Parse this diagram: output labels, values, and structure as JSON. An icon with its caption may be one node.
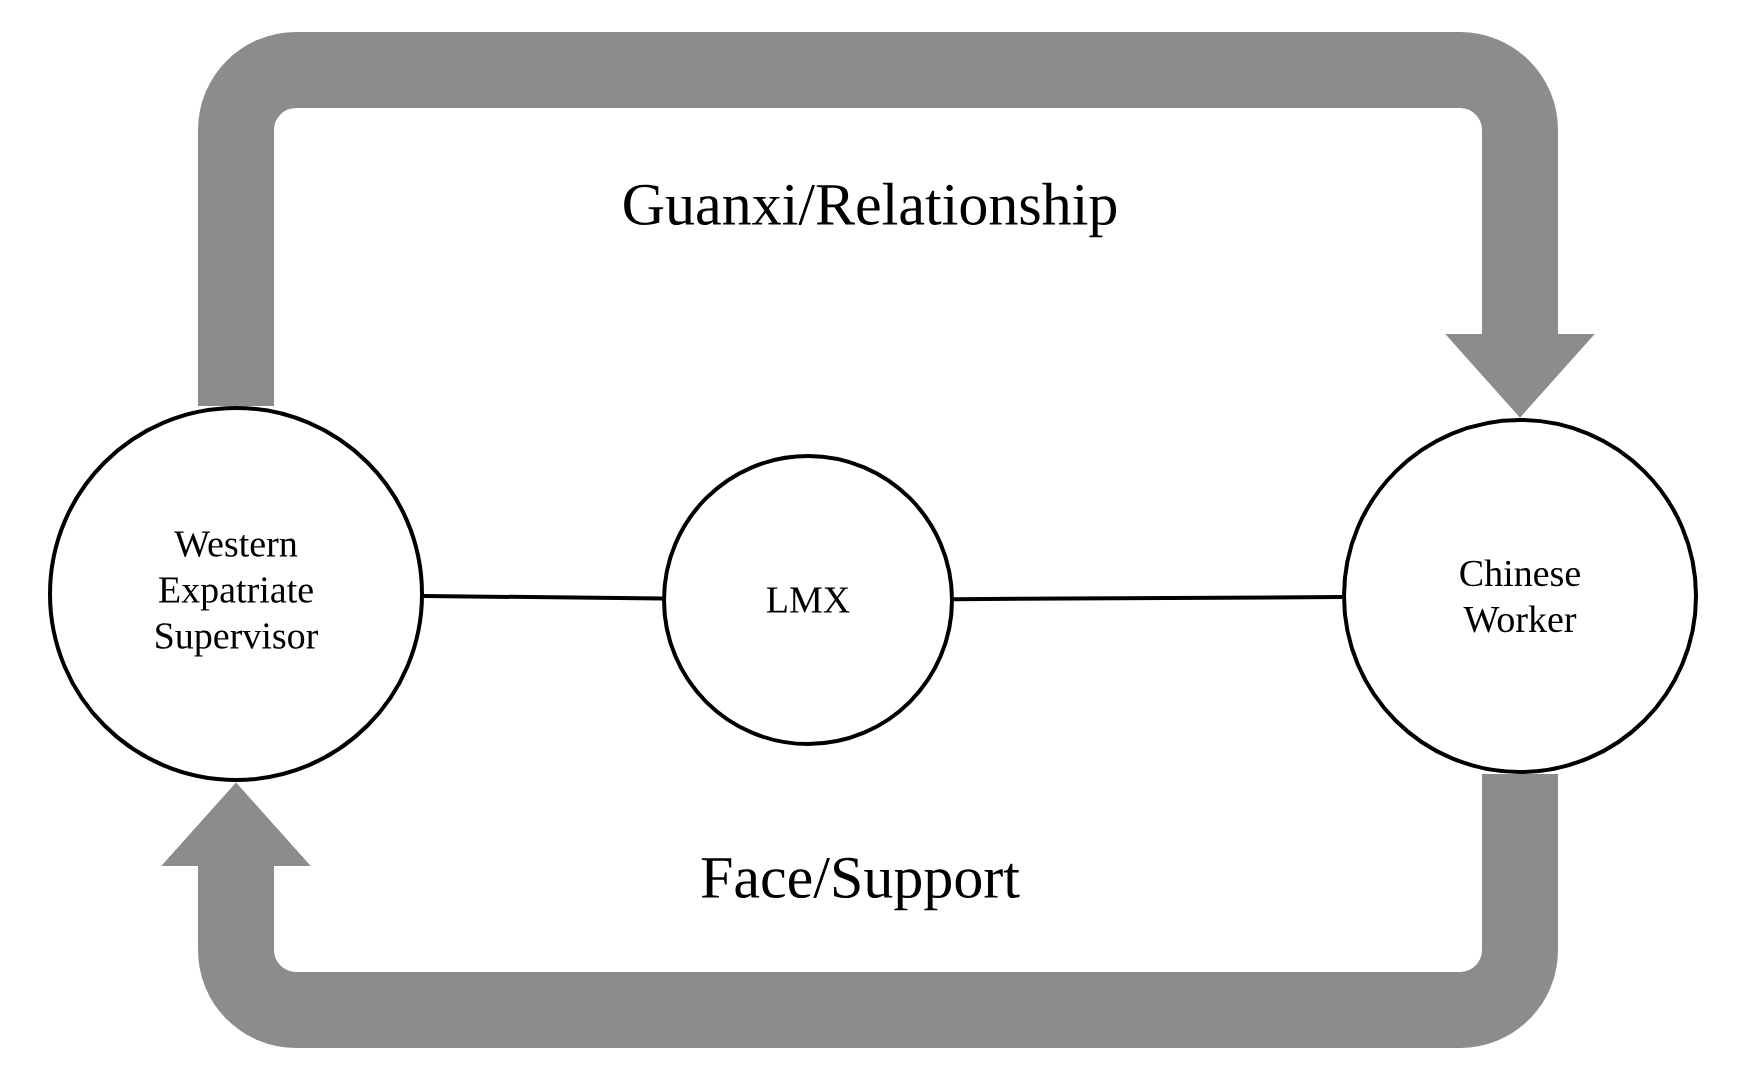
{
  "diagram": {
    "nodes": [
      {
        "text": [
          "Western Expatriate Supervisor"
        ]
      },
      {
        "text": [
          "LMX"
        ]
      },
      {
        "text": [
          "Chinese Worker"
        ]
      }
    ],
    "edges": [
      {
        "from": 0,
        "to": 1,
        "arrow": "none"
      },
      {
        "from": 1,
        "to": 2,
        "arrow": "none"
      },
      {
        "from": 0,
        "to": 2,
        "arrow": "to",
        "label": "Guanxi/Relationship",
        "style": "thick",
        "color": "#8c8c8c"
      },
      {
        "from": 2,
        "to": 0,
        "arrow": "to",
        "label": "Face/Support",
        "style": "thick",
        "color": "#8c8c8c"
      }
    ]
  }
}
